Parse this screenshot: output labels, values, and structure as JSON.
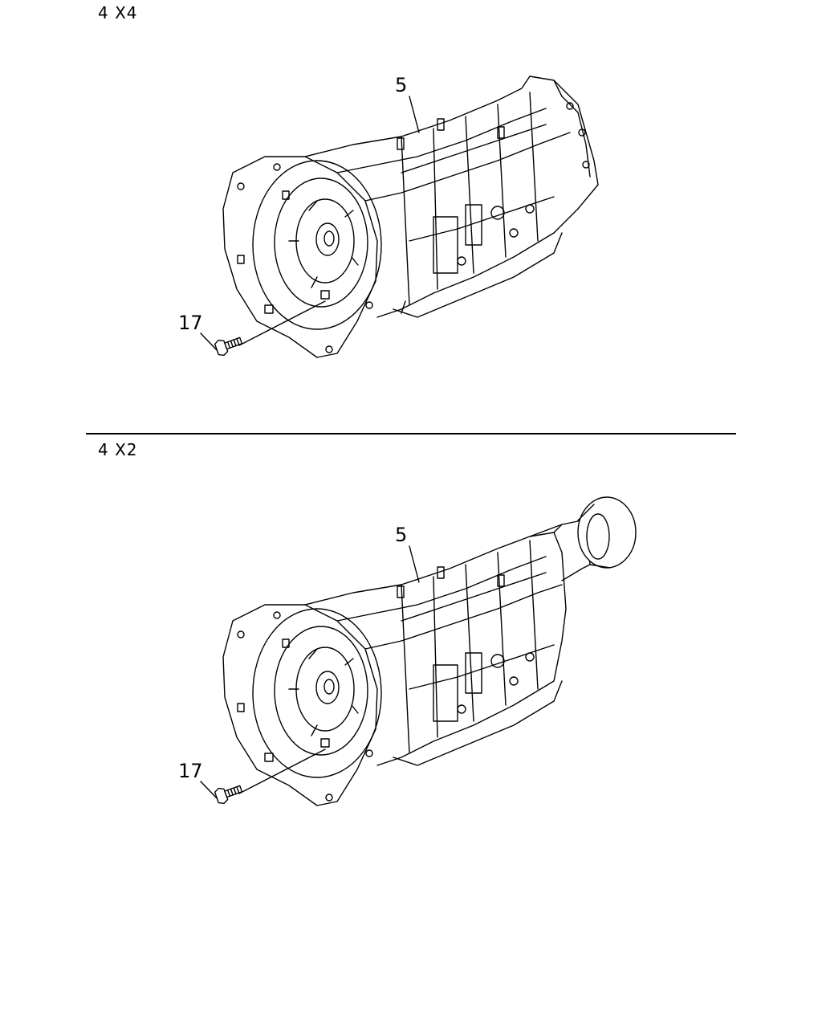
{
  "sections": [
    {
      "label": "4 X4",
      "callouts": {
        "assembly": "5",
        "bolt": "17"
      }
    },
    {
      "label": "4 X2",
      "callouts": {
        "assembly": "5",
        "bolt": "17"
      }
    }
  ]
}
